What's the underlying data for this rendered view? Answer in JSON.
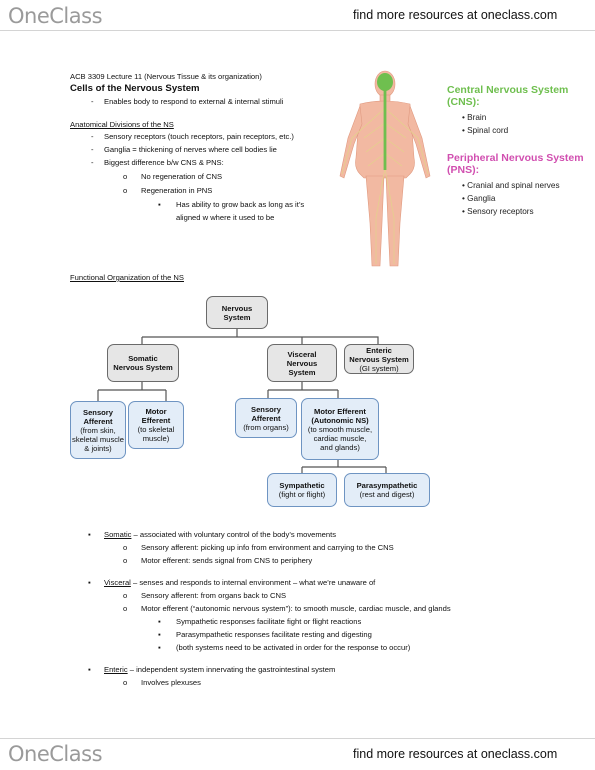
{
  "header": {
    "logo": "OneClass",
    "find_more": "find more resources at oneclass.com"
  },
  "footer": {
    "logo": "OneClass",
    "find_more": "find more resources at oneclass.com"
  },
  "doc": {
    "course_line": "ACB 3309 Lecture 11 (Nervous Tissue & its organization)",
    "title": "Cells of the Nervous System",
    "intro_bullet": "Enables body to respond to external & internal stimuli",
    "anat_heading": "Anatomical Divisions of the NS",
    "anat_items": [
      "Sensory receptors (touch receptors, pain receptors, etc.)",
      "Ganglia = thickening of nerves where cell bodies lie",
      "Biggest difference b/w CNS & PNS:"
    ],
    "anat_sub": [
      "No regeneration of CNS",
      "Regeneration in PNS"
    ],
    "anat_subsub": "Has ability to grow back as long as it’s",
    "anat_subsub2": "aligned w where it used to be",
    "func_heading": "Functional Organization of the NS"
  },
  "sidebar": {
    "cns_title1": "Central Nervous System",
    "cns_title2": "(CNS):",
    "cns_items": [
      "Brain",
      "Spinal cord"
    ],
    "pns_title1": "Peripheral Nervous System",
    "pns_title2": "(PNS):",
    "pns_items": [
      "Cranial and spinal nerves",
      "Ganglia",
      "Sensory receptors"
    ]
  },
  "diagram": {
    "nervous": [
      "Nervous",
      "System"
    ],
    "somatic": [
      "Somatic",
      "Nervous System"
    ],
    "visceral": [
      "Visceral",
      "Nervous",
      "System"
    ],
    "enteric": [
      "Enteric",
      "Nervous System",
      "(GI system)"
    ],
    "sens_aff1": [
      "Sensory",
      "Afferent",
      "(from skin,",
      "skeletal muscle",
      "& joints)"
    ],
    "motor_eff1": [
      "Motor",
      "Efferent",
      "(to skeletal",
      "muscle)"
    ],
    "sens_aff2": [
      "Sensory",
      "Afferent",
      "(from organs)"
    ],
    "motor_eff2": [
      "Motor Efferent",
      "(Autonomic NS)",
      "(to smooth muscle,",
      "cardiac muscle,",
      "and glands)"
    ],
    "sympathetic": [
      "Sympathetic",
      "(fight or flight)"
    ],
    "parasympathetic": [
      "Parasympathetic",
      "(rest and digest)"
    ]
  },
  "notes": {
    "somatic_term": "Somatic",
    "somatic_def": " – associated with voluntary control of the body’s movements",
    "somatic_sub": [
      "Sensory afferent: picking up info from environment and carrying to the CNS",
      "Motor efferent: sends signal from CNS to periphery"
    ],
    "visceral_term": "Visceral",
    "visceral_def": " – senses and responds to internal environment – what we’re unaware of",
    "visceral_sub": [
      "Sensory afferent: from organs back to CNS",
      "Motor efferent (“autonomic nervous system”): to smooth muscle, cardiac muscle, and glands"
    ],
    "visceral_subsub": [
      "Sympathetic responses facilitate fight or flight reactions",
      "Parasympathetic responses facilitate resting and digesting",
      "(both systems need to be activated in order for the response to occur)"
    ],
    "enteric_term": "Enteric",
    "enteric_def": " – independent system innervating the gastrointestinal system",
    "enteric_sub": [
      "Involves plexuses"
    ]
  },
  "colors": {
    "cns": "#6fbf4f",
    "pns": "#d14fb0",
    "logo": "#9a9a9a"
  }
}
